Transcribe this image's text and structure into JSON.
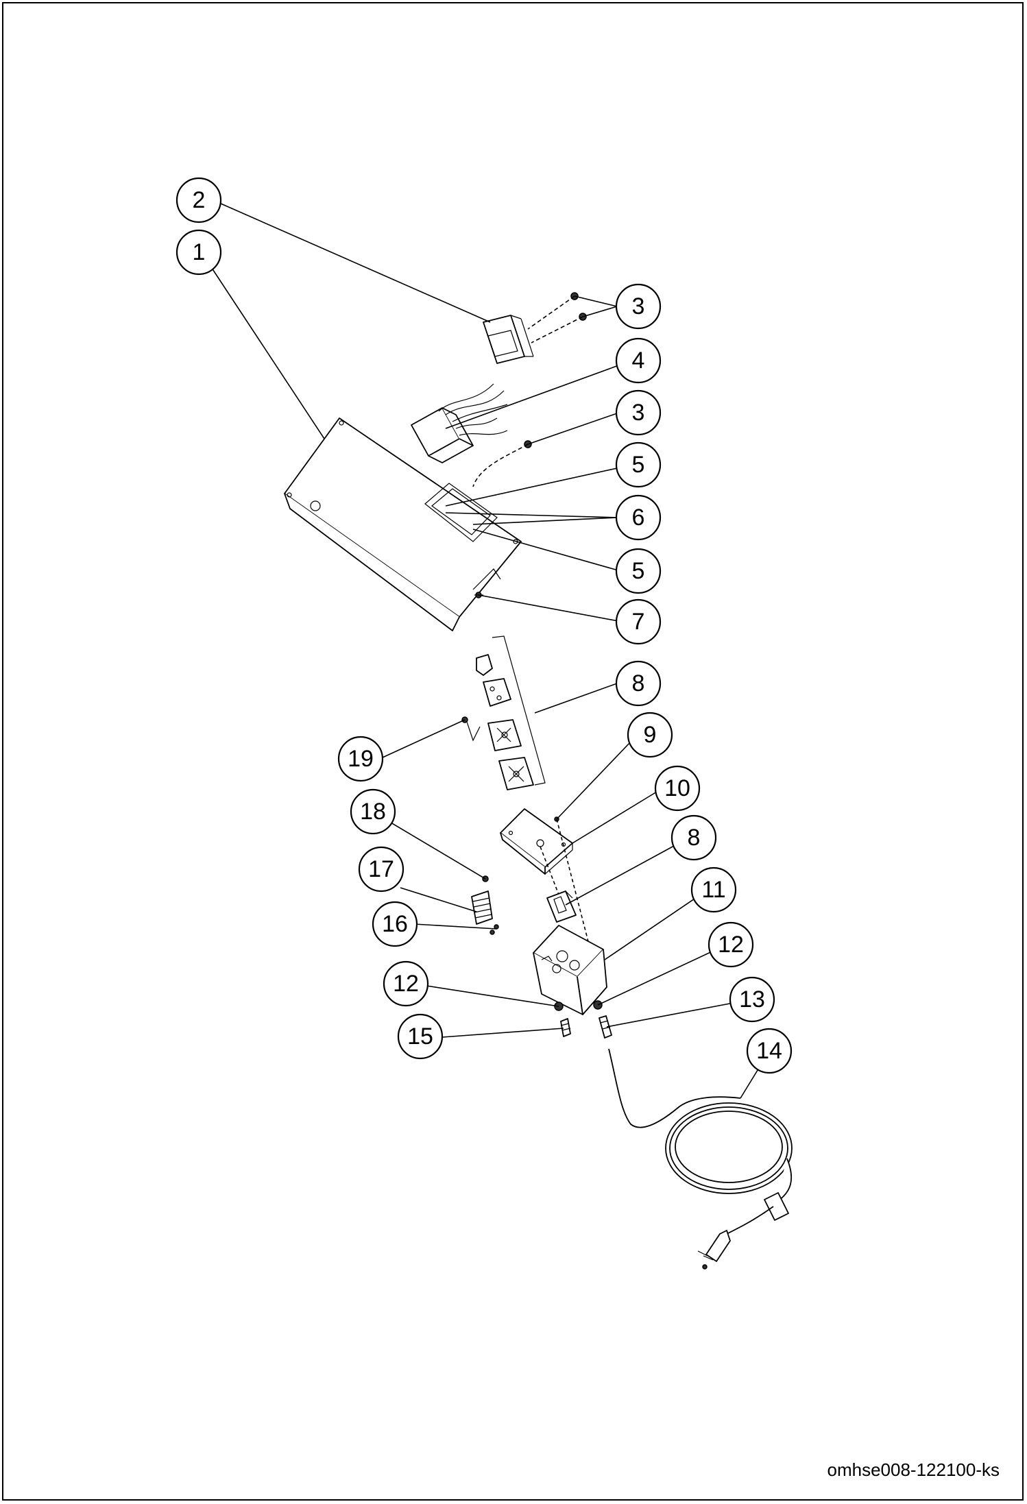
{
  "drawing_id": "omhse008-122100-ks",
  "callouts": [
    "2",
    "1",
    "3",
    "4",
    "3",
    "5",
    "6",
    "5",
    "7",
    "8",
    "9",
    "19",
    "10",
    "18",
    "8",
    "17",
    "11",
    "16",
    "12",
    "12",
    "13",
    "15",
    "14"
  ]
}
